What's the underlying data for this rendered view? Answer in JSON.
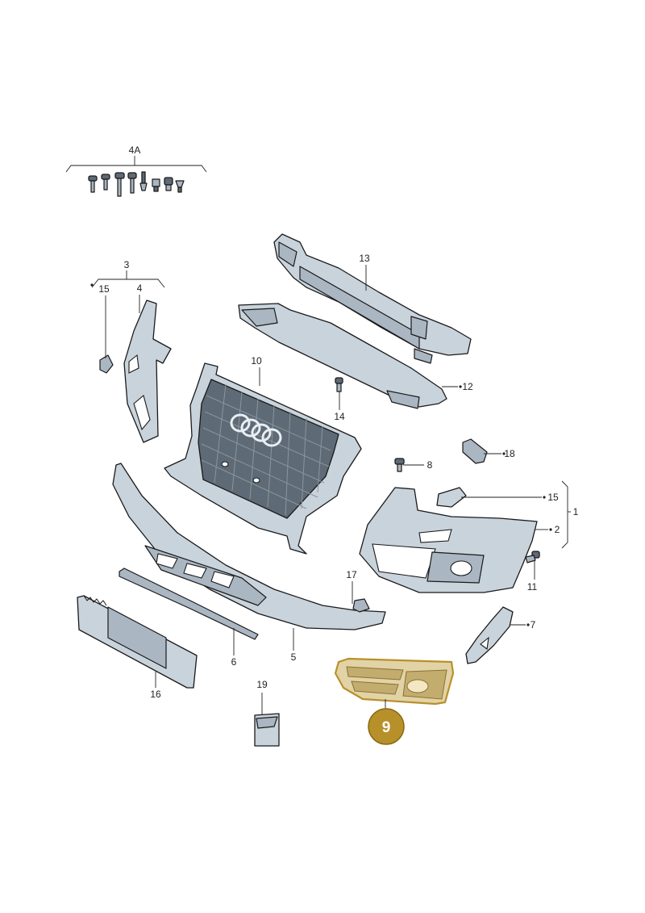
{
  "callouts": {
    "c1": "1",
    "c2": "2",
    "c3": "3",
    "c4": "4",
    "c4a": "4A",
    "c5": "5",
    "c6": "6",
    "c7": "7",
    "c8": "8",
    "c9": "9",
    "c10": "10",
    "c11": "11",
    "c12": "12",
    "c13": "13",
    "c14": "14",
    "c15a": "15",
    "c15b": "15",
    "c16": "16",
    "c17": "17",
    "c18": "18",
    "c19": "19"
  },
  "colors": {
    "highlight_badge": "#b8902a",
    "highlight_part": "#e2d3a6",
    "part_fill": "#c9d3dc",
    "outline": "#1a1a1a"
  }
}
